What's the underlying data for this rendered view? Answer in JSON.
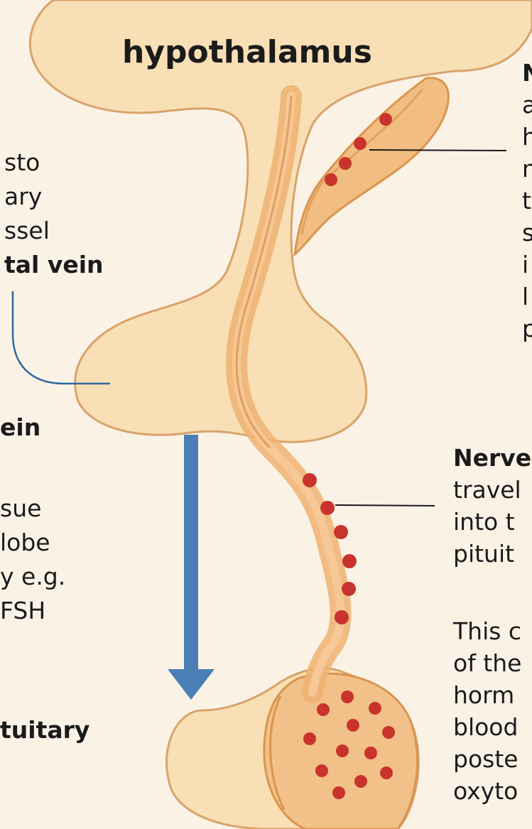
{
  "title": "hypothalamus",
  "left_top_lines": [
    "sto",
    "ary",
    "ssel",
    "tal vein"
  ],
  "left_mid_lines": [
    "ein"
  ],
  "left_lower_lines": [
    "sue",
    " lobe",
    "y e.g.",
    "FSH"
  ],
  "left_bottom_lines": [
    "tuitary"
  ],
  "right_top_lines": [
    "N",
    "a",
    "h",
    "n",
    "t",
    "s",
    "i",
    "l",
    "p"
  ],
  "right_mid_lines": [
    "Nerve",
    "travel",
    "into t",
    "pituit"
  ],
  "right_bottom_lines": [
    "This c",
    "of the",
    "horm",
    "blood",
    "poste",
    "oxyto"
  ],
  "colors": {
    "background": "#fbf2e6",
    "tissue": "#f8dfb5",
    "tissue_outline": "#d9a36a",
    "nerve": "#f0b877",
    "hormone_dot": "#c9332d",
    "arrow": "#4a7fb6",
    "leader_line_blue": "#2d6aa3"
  }
}
